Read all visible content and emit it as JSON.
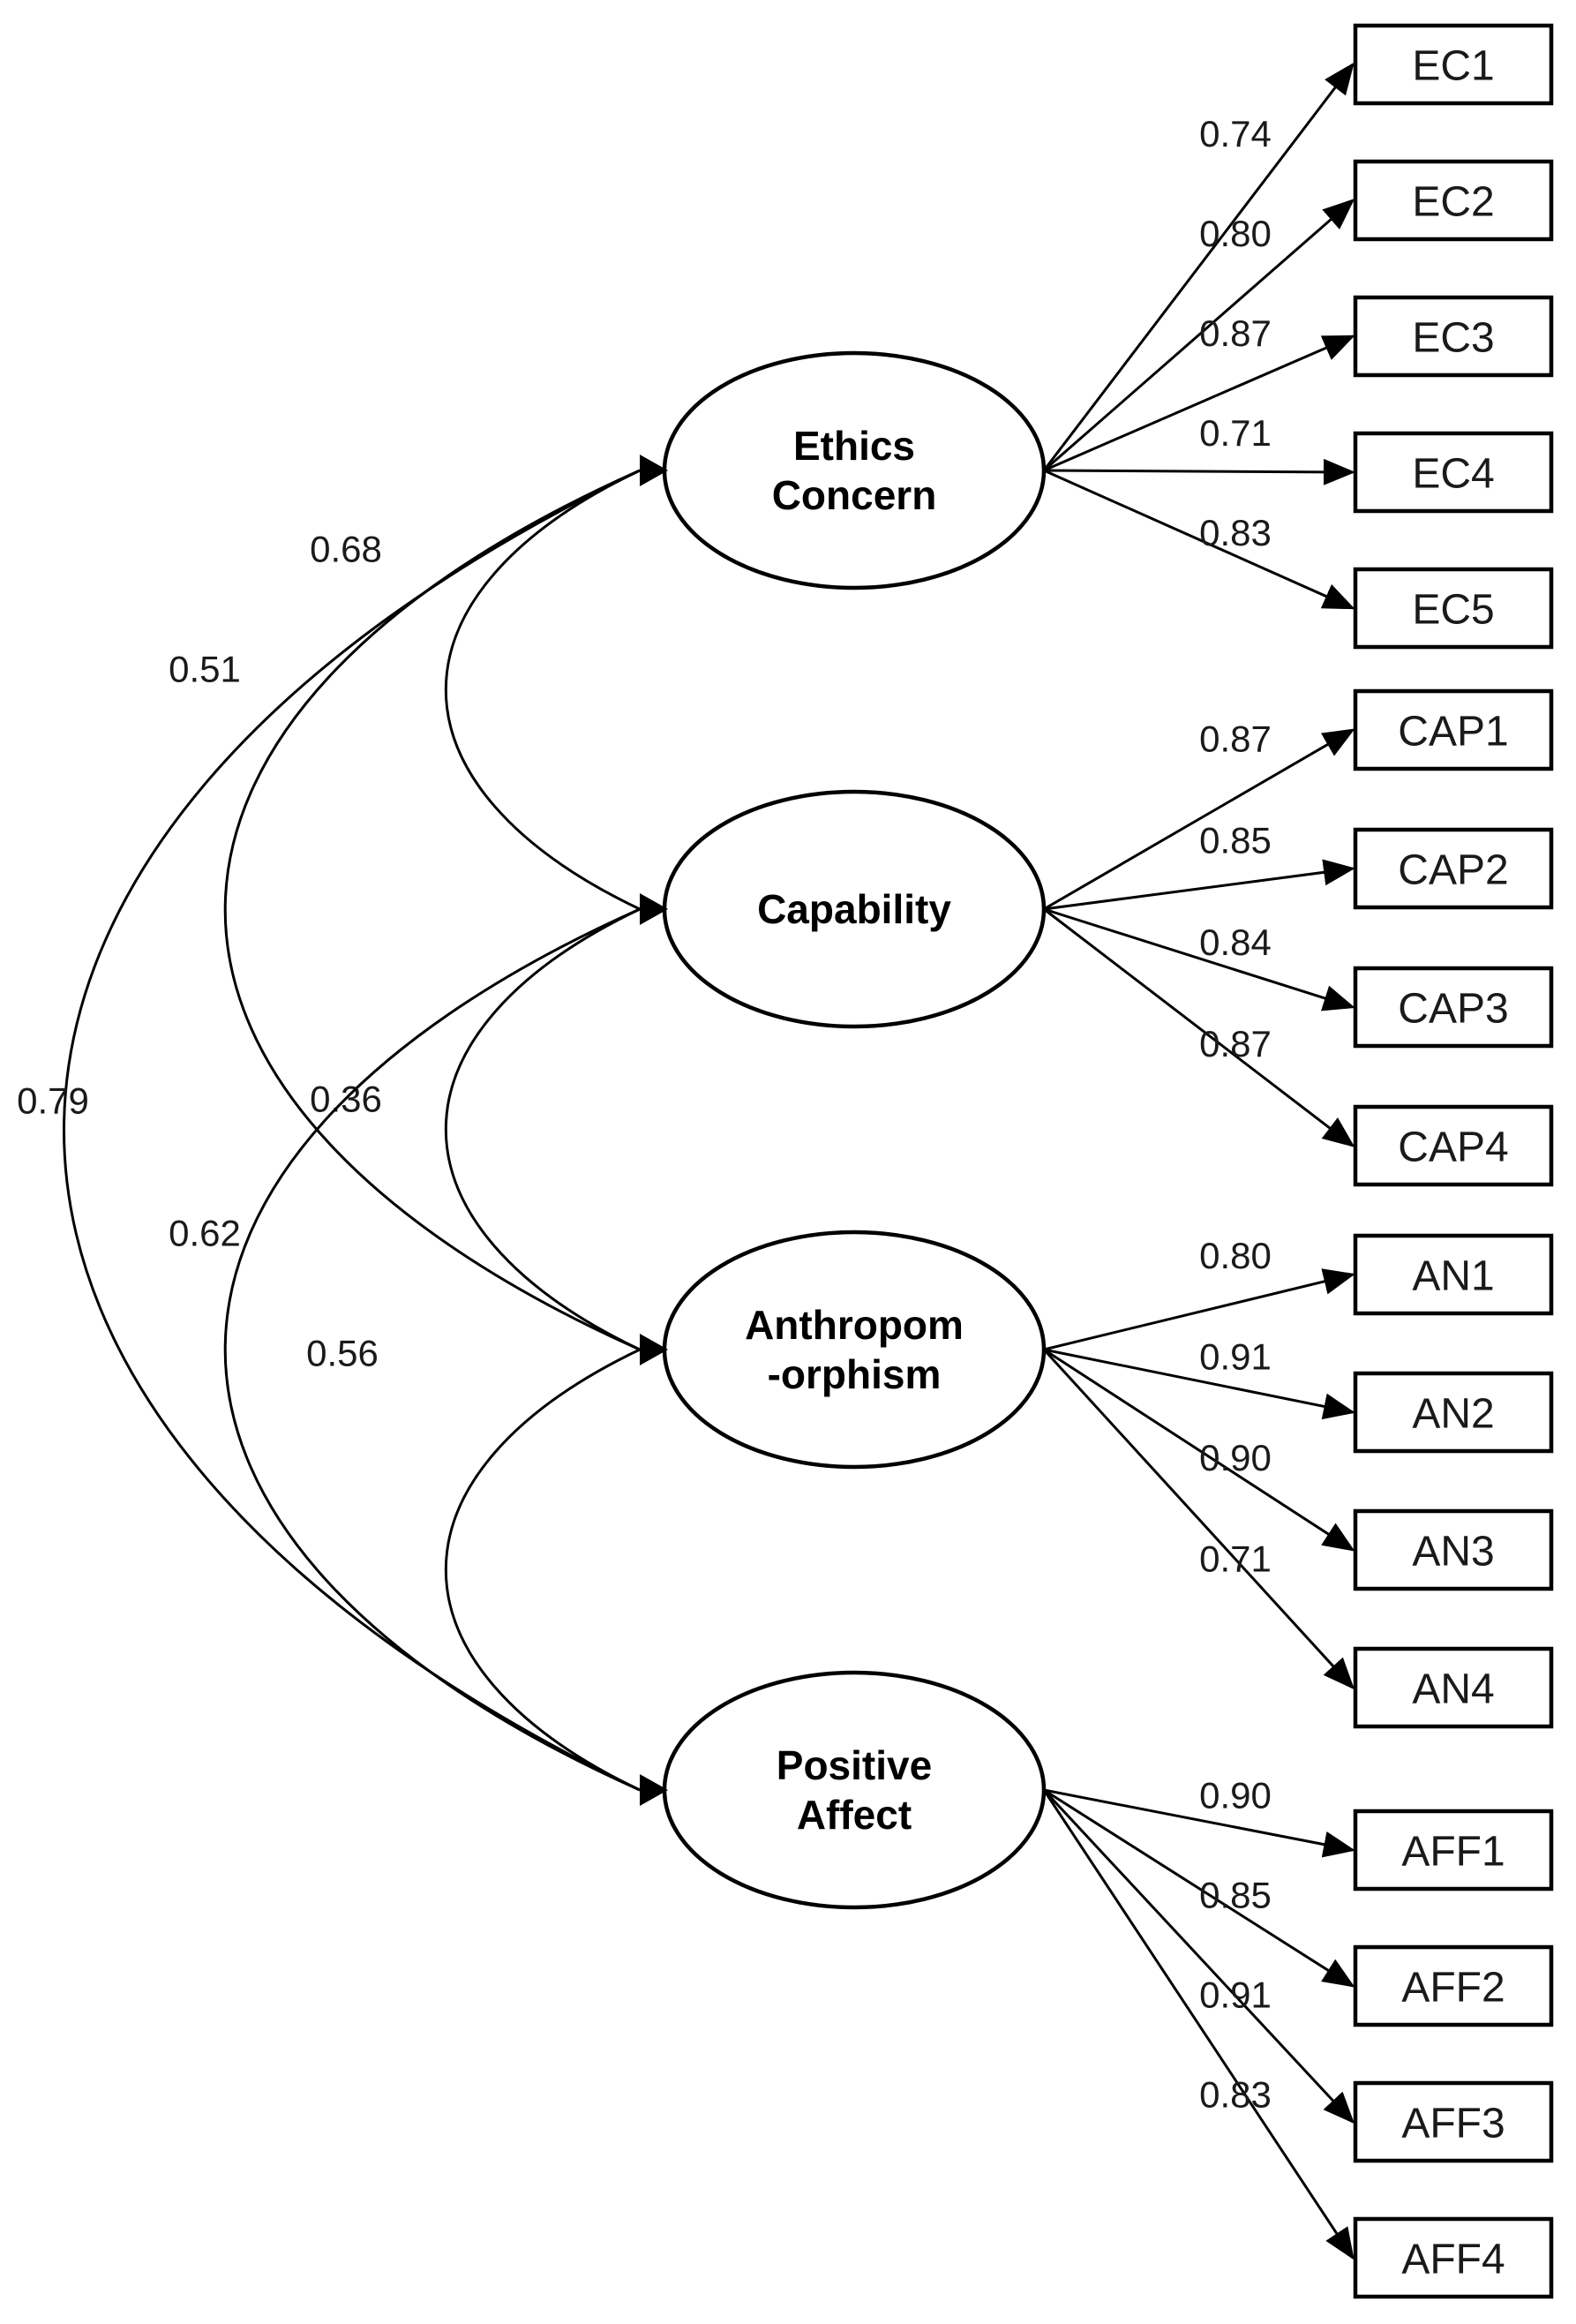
{
  "diagram": {
    "kind": "confirmatory-factor-analysis-path-diagram",
    "colors": {
      "stroke": "#000000",
      "background": "#ffffff",
      "text": "#1a1a1a"
    },
    "factors": [
      {
        "id": "ethics-concern",
        "label_lines": [
          "Ethics",
          "Concern"
        ],
        "indicators": [
          {
            "name": "EC1",
            "loading": "0.74"
          },
          {
            "name": "EC2",
            "loading": "0.80"
          },
          {
            "name": "EC3",
            "loading": "0.87"
          },
          {
            "name": "EC4",
            "loading": "0.71"
          },
          {
            "name": "EC5",
            "loading": "0.83"
          }
        ]
      },
      {
        "id": "capability",
        "label_lines": [
          "Capability"
        ],
        "indicators": [
          {
            "name": "CAP1",
            "loading": "0.87"
          },
          {
            "name": "CAP2",
            "loading": "0.85"
          },
          {
            "name": "CAP3",
            "loading": "0.84"
          },
          {
            "name": "CAP4",
            "loading": "0.87"
          }
        ]
      },
      {
        "id": "anthropomorphism",
        "label_lines": [
          "Anthropom",
          "-orphism"
        ],
        "indicators": [
          {
            "name": "AN1",
            "loading": "0.80"
          },
          {
            "name": "AN2",
            "loading": "0.91"
          },
          {
            "name": "AN3",
            "loading": "0.90"
          },
          {
            "name": "AN4",
            "loading": "0.71"
          }
        ]
      },
      {
        "id": "positive-affect",
        "label_lines": [
          "Positive",
          "Affect"
        ],
        "indicators": [
          {
            "name": "AFF1",
            "loading": "0.90"
          },
          {
            "name": "AFF2",
            "loading": "0.85"
          },
          {
            "name": "AFF3",
            "loading": "0.91"
          },
          {
            "name": "AFF4",
            "loading": "0.83"
          }
        ]
      }
    ],
    "correlations": [
      {
        "from": "ethics-concern",
        "to": "capability",
        "value": "0.68"
      },
      {
        "from": "ethics-concern",
        "to": "anthropomorphism",
        "value": "0.51"
      },
      {
        "from": "capability",
        "to": "anthropomorphism",
        "value": "0.36"
      },
      {
        "from": "capability",
        "to": "positive-affect",
        "value": "0.62"
      },
      {
        "from": "anthropomorphism",
        "to": "positive-affect",
        "value": "0.56"
      },
      {
        "from": "ethics-concern",
        "to": "positive-affect",
        "value": "0.79"
      }
    ]
  }
}
